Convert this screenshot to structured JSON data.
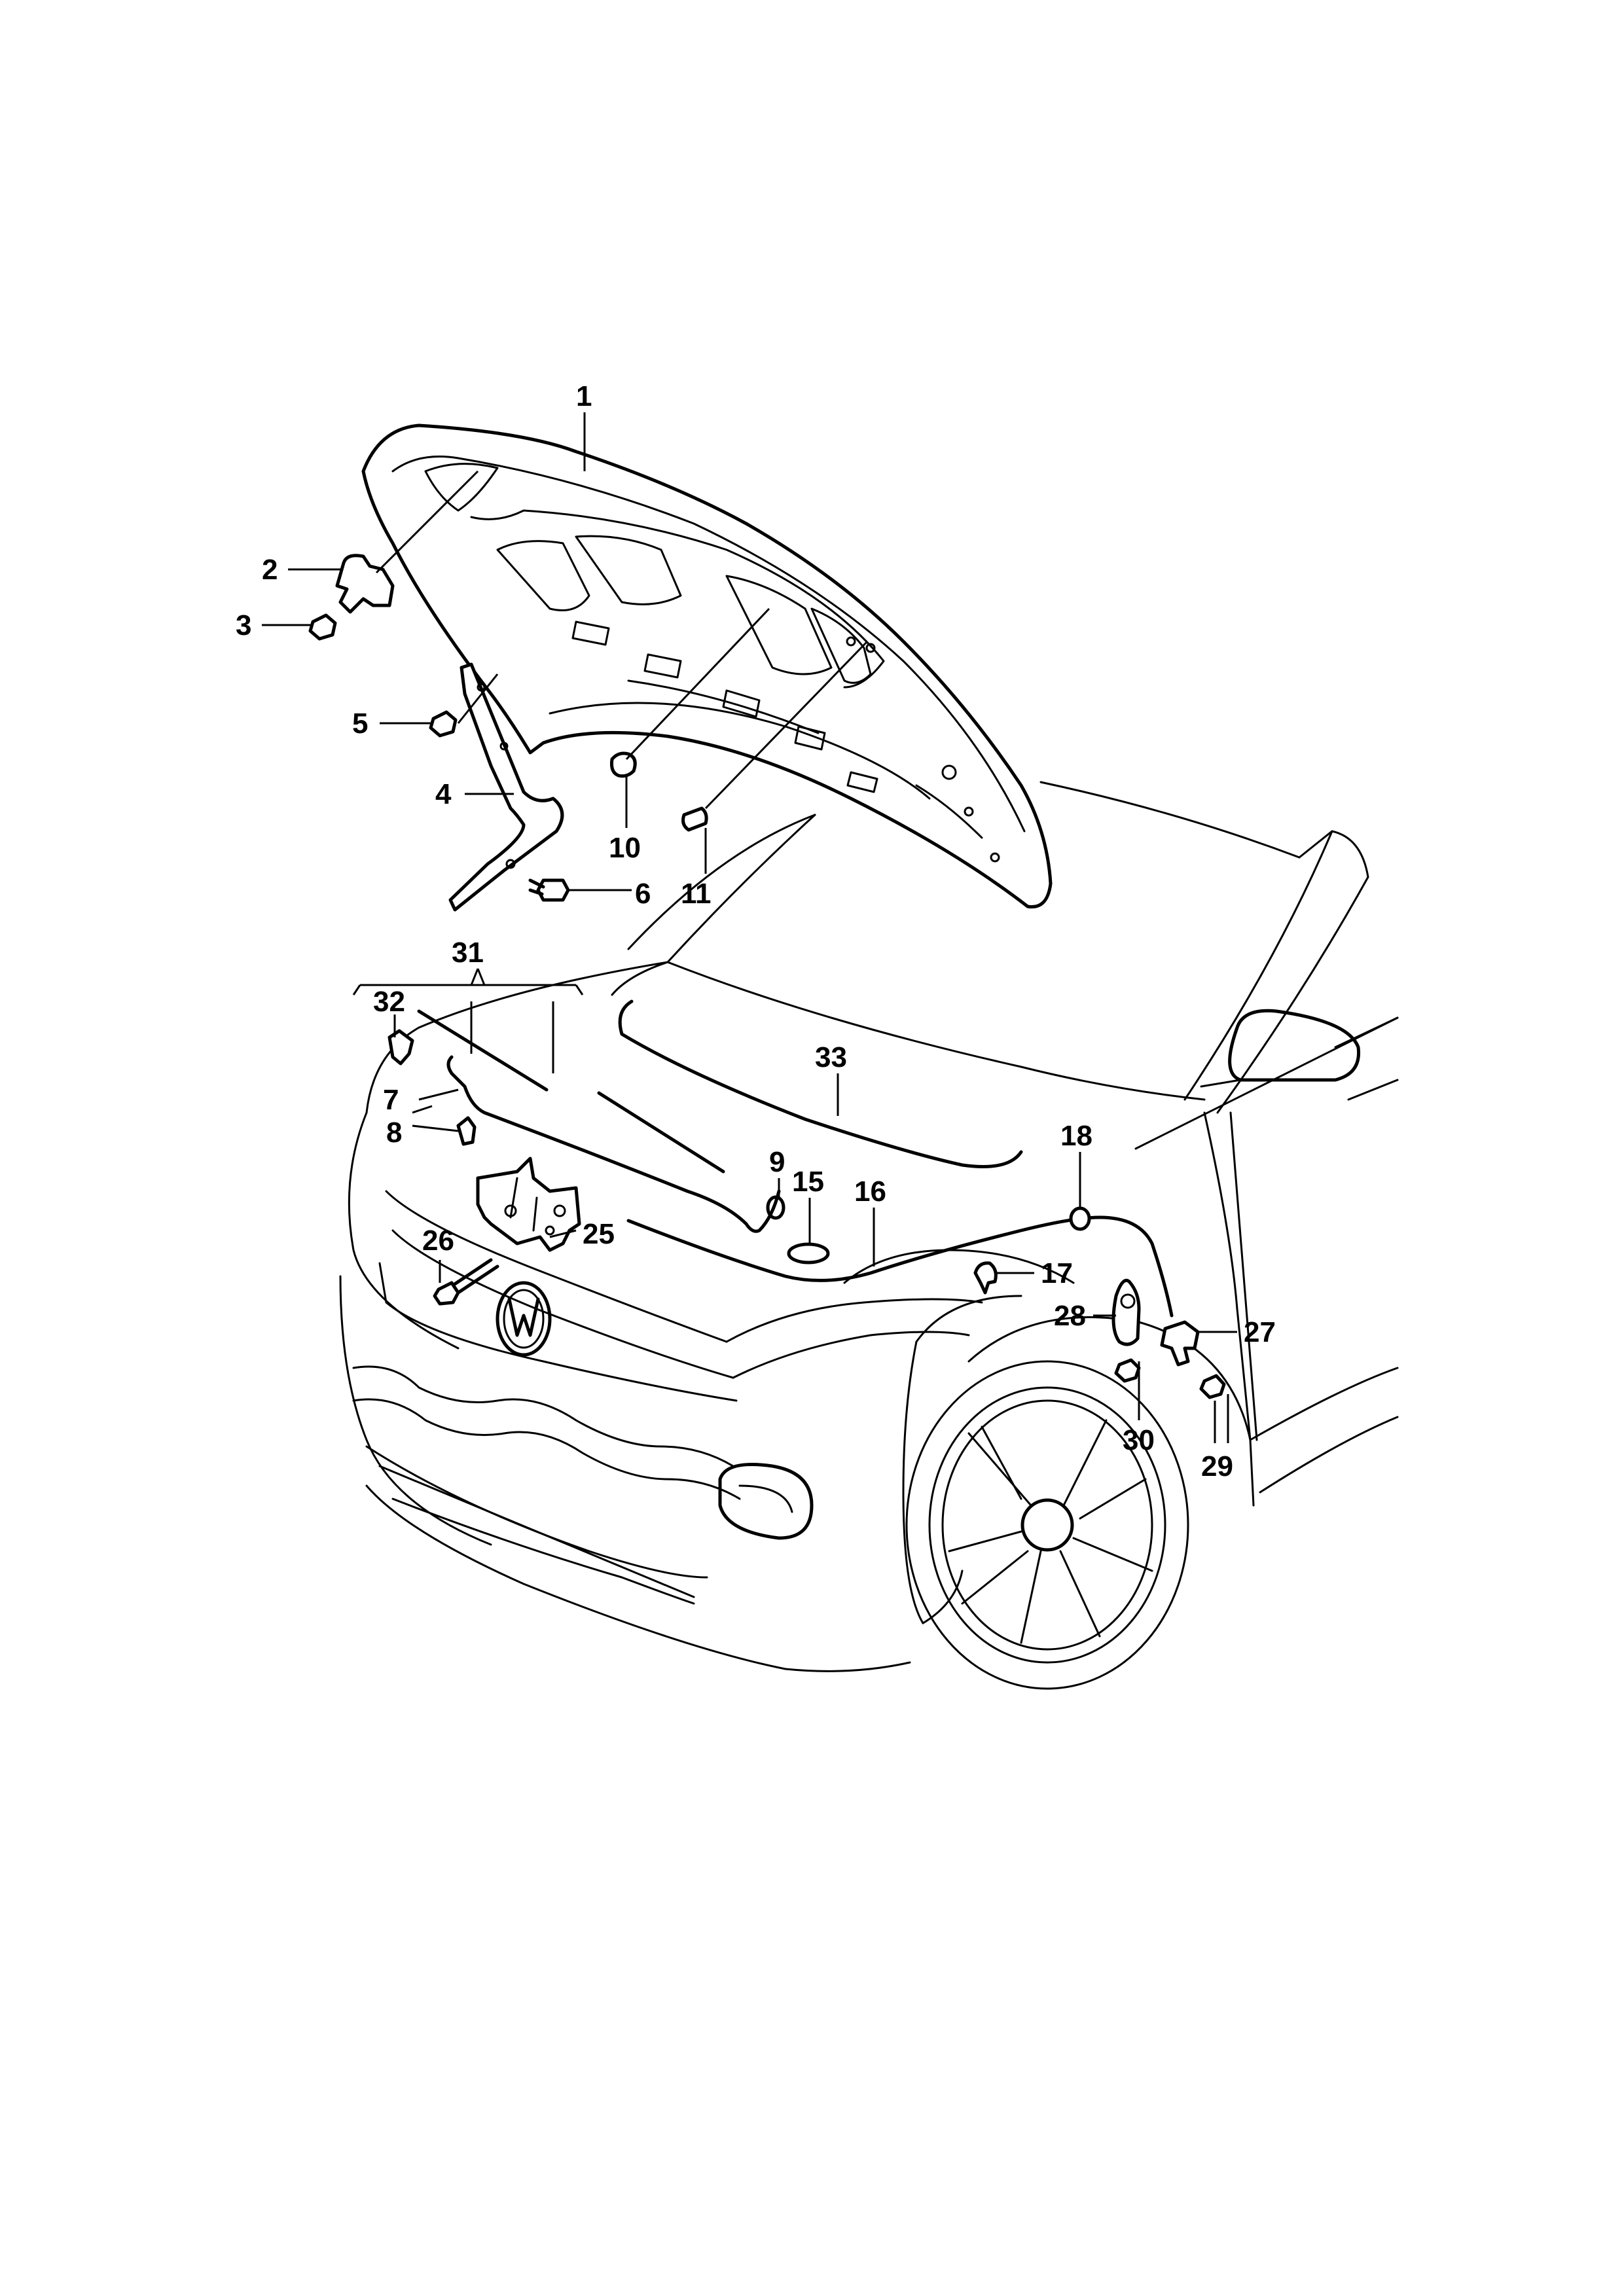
{
  "labels": {
    "p1": "1",
    "p2": "2",
    "p3": "3",
    "p4": "4",
    "p5": "5",
    "p6": "6",
    "p7": "7",
    "p8": "8",
    "p9": "9",
    "p10": "10",
    "p11": "11",
    "p15": "15",
    "p16": "16",
    "p17": "17",
    "p18": "18",
    "p25": "25",
    "p26": "26",
    "p27": "27",
    "p28": "28",
    "p29": "29",
    "p30": "30",
    "p31": "31",
    "p32": "32",
    "p33": "33"
  }
}
